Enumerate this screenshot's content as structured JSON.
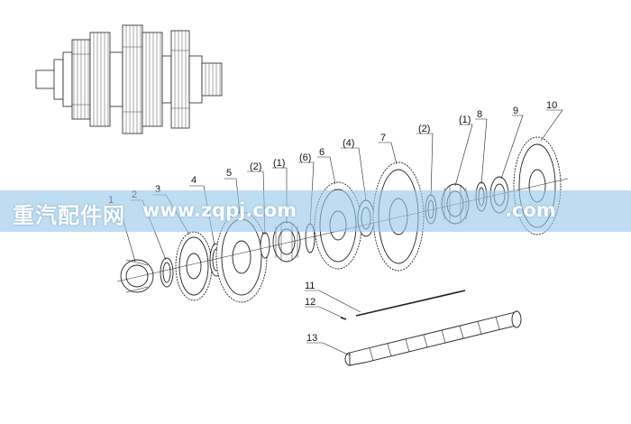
{
  "diagram": {
    "callouts": [
      {
        "id": "c1",
        "label": "1"
      },
      {
        "id": "c2",
        "label": "2"
      },
      {
        "id": "c3",
        "label": "3"
      },
      {
        "id": "c4",
        "label": "4"
      },
      {
        "id": "c5",
        "label": "5"
      },
      {
        "id": "c6",
        "label": "(2)"
      },
      {
        "id": "c7",
        "label": "(1)"
      },
      {
        "id": "c8",
        "label": "(6)"
      },
      {
        "id": "c9",
        "label": "6"
      },
      {
        "id": "c10",
        "label": "(4)"
      },
      {
        "id": "c11",
        "label": "7"
      },
      {
        "id": "c12",
        "label": "(2)"
      },
      {
        "id": "c13",
        "label": "(1)"
      },
      {
        "id": "c14",
        "label": "8"
      },
      {
        "id": "c15",
        "label": "9"
      },
      {
        "id": "c16",
        "label": "10"
      },
      {
        "id": "c17",
        "label": "11"
      },
      {
        "id": "c18",
        "label": "12"
      },
      {
        "id": "c19",
        "label": "13"
      }
    ]
  },
  "watermark": {
    "brand": "重汽配件网",
    "url_left": "www.zqpj.com",
    "url_right": ".com"
  },
  "colors": {
    "line": "#222222",
    "watermark_band": "#96c8e8",
    "watermark_text": "#ffffff"
  }
}
